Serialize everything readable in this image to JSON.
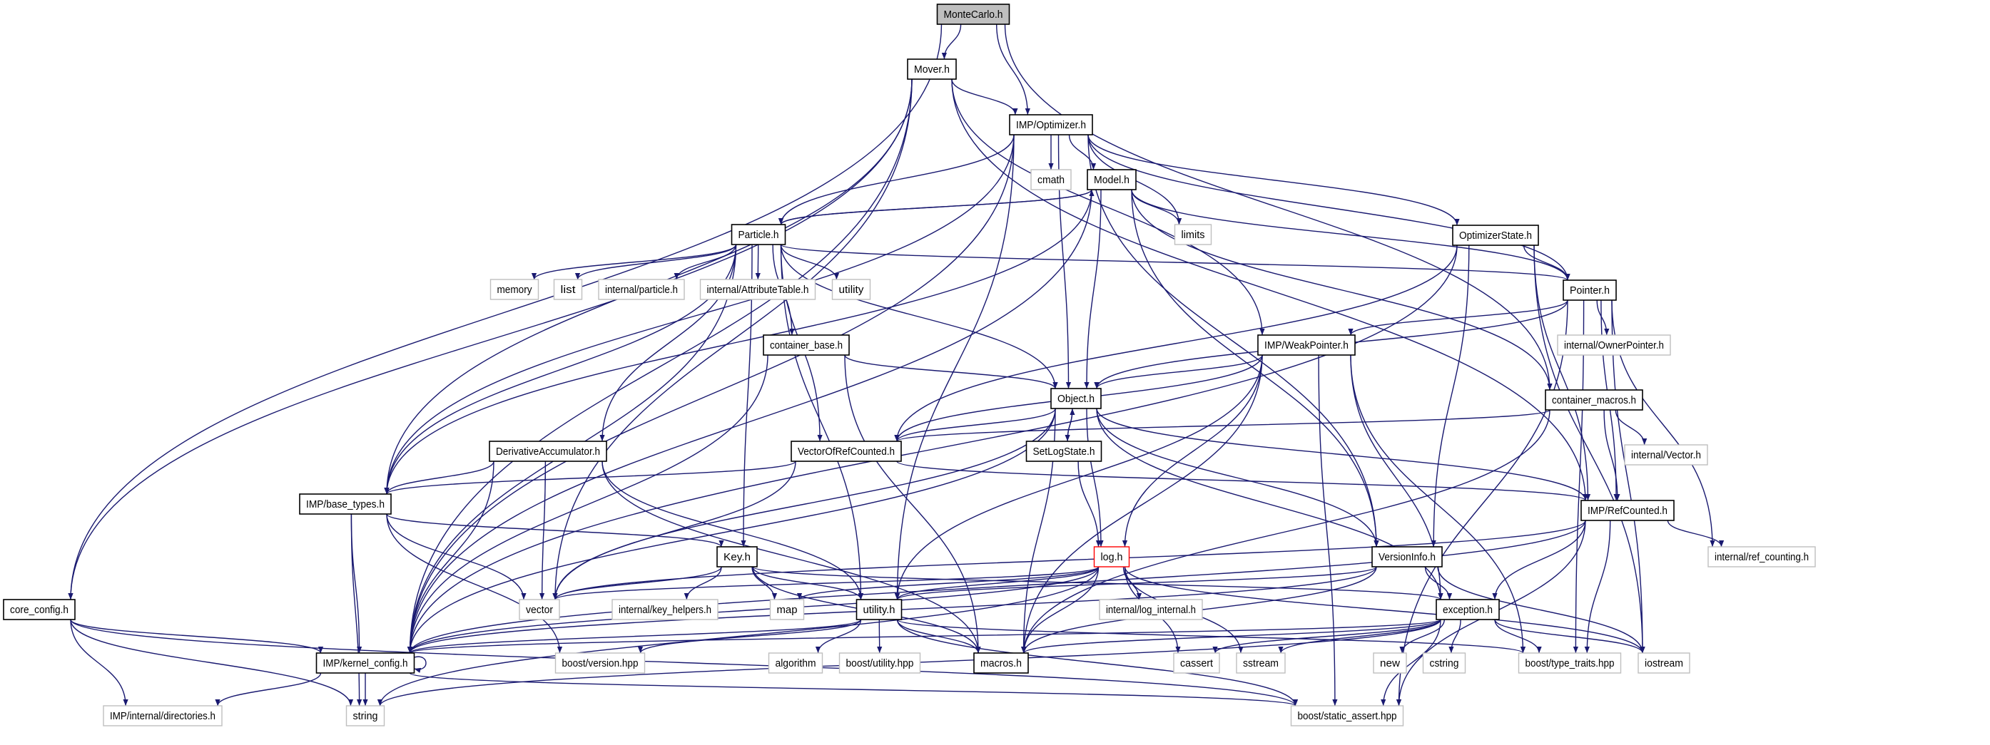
{
  "graph": {
    "colors": {
      "edge": "#191970",
      "documented_border": "#000000",
      "external_border": "#bfbfbf",
      "root_fill": "#bfbfbf",
      "highlight_border": "#ff0000"
    },
    "nodes": [
      {
        "id": "monte",
        "label": "MonteCarlo.h",
        "kind": "root"
      },
      {
        "id": "mover",
        "label": "Mover.h",
        "kind": "documented"
      },
      {
        "id": "optimizer",
        "label": "IMP/Optimizer.h",
        "kind": "documented"
      },
      {
        "id": "cmath",
        "label": "cmath",
        "kind": "external"
      },
      {
        "id": "model",
        "label": "Model.h",
        "kind": "documented"
      },
      {
        "id": "limits",
        "label": "limits",
        "kind": "external"
      },
      {
        "id": "particle",
        "label": "Particle.h",
        "kind": "documented"
      },
      {
        "id": "optstate",
        "label": "OptimizerState.h",
        "kind": "documented"
      },
      {
        "id": "memory",
        "label": "memory",
        "kind": "external"
      },
      {
        "id": "list",
        "label": "list",
        "kind": "external"
      },
      {
        "id": "iparticle",
        "label": "internal/particle.h",
        "kind": "external"
      },
      {
        "id": "attrtable",
        "label": "internal/AttributeTable.h",
        "kind": "external"
      },
      {
        "id": "utility",
        "label": "utility",
        "kind": "external"
      },
      {
        "id": "pointer",
        "label": "Pointer.h",
        "kind": "documented"
      },
      {
        "id": "container_base",
        "label": "container_base.h",
        "kind": "documented"
      },
      {
        "id": "weakpointer",
        "label": "IMP/WeakPointer.h",
        "kind": "documented"
      },
      {
        "id": "ownerpointer",
        "label": "internal/OwnerPointer.h",
        "kind": "external"
      },
      {
        "id": "object",
        "label": "Object.h",
        "kind": "documented"
      },
      {
        "id": "container_macros",
        "label": "container_macros.h",
        "kind": "documented"
      },
      {
        "id": "deriv",
        "label": "DerivativeAccumulator.h",
        "kind": "documented"
      },
      {
        "id": "vorc",
        "label": "VectorOfRefCounted.h",
        "kind": "documented"
      },
      {
        "id": "setlogstate",
        "label": "SetLogState.h",
        "kind": "documented"
      },
      {
        "id": "ivector",
        "label": "internal/Vector.h",
        "kind": "external"
      },
      {
        "id": "base_types",
        "label": "IMP/base_types.h",
        "kind": "documented"
      },
      {
        "id": "refcounted",
        "label": "IMP/RefCounted.h",
        "kind": "documented"
      },
      {
        "id": "key",
        "label": "Key.h",
        "kind": "documented"
      },
      {
        "id": "log",
        "label": "log.h",
        "kind": "highlighted"
      },
      {
        "id": "versioninfo",
        "label": "VersionInfo.h",
        "kind": "documented"
      },
      {
        "id": "refcounting",
        "label": "internal/ref_counting.h",
        "kind": "external"
      },
      {
        "id": "core_config",
        "label": "core_config.h",
        "kind": "documented"
      },
      {
        "id": "vector",
        "label": "vector",
        "kind": "external"
      },
      {
        "id": "keyhelpers",
        "label": "internal/key_helpers.h",
        "kind": "external"
      },
      {
        "id": "map",
        "label": "map",
        "kind": "external"
      },
      {
        "id": "utilityh",
        "label": "utility.h",
        "kind": "documented"
      },
      {
        "id": "loginternal",
        "label": "internal/log_internal.h",
        "kind": "external"
      },
      {
        "id": "exception",
        "label": "exception.h",
        "kind": "documented"
      },
      {
        "id": "kernel_config",
        "label": "IMP/kernel_config.h",
        "kind": "documented"
      },
      {
        "id": "boostversion",
        "label": "boost/version.hpp",
        "kind": "external"
      },
      {
        "id": "algorithm",
        "label": "algorithm",
        "kind": "external"
      },
      {
        "id": "boostutility",
        "label": "boost/utility.hpp",
        "kind": "external"
      },
      {
        "id": "macros",
        "label": "macros.h",
        "kind": "documented"
      },
      {
        "id": "cassert",
        "label": "cassert",
        "kind": "external"
      },
      {
        "id": "sstream",
        "label": "sstream",
        "kind": "external"
      },
      {
        "id": "new",
        "label": "new",
        "kind": "external"
      },
      {
        "id": "cstring",
        "label": "cstring",
        "kind": "external"
      },
      {
        "id": "typetraits",
        "label": "boost/type_traits.hpp",
        "kind": "external"
      },
      {
        "id": "iostream",
        "label": "iostream",
        "kind": "external"
      },
      {
        "id": "directories",
        "label": "IMP/internal/directories.h",
        "kind": "external"
      },
      {
        "id": "string",
        "label": "string",
        "kind": "external"
      },
      {
        "id": "staticassert",
        "label": "boost/static_assert.hpp",
        "kind": "external"
      }
    ],
    "edges": [
      [
        "monte",
        "mover"
      ],
      [
        "monte",
        "optimizer"
      ],
      [
        "monte",
        "core_config"
      ],
      [
        "monte",
        "container_macros"
      ],
      [
        "mover",
        "optimizer"
      ],
      [
        "mover",
        "core_config"
      ],
      [
        "mover",
        "base_types"
      ],
      [
        "mover",
        "vector"
      ],
      [
        "mover",
        "refcounted"
      ],
      [
        "mover",
        "weakpointer"
      ],
      [
        "mover",
        "kernel_config"
      ],
      [
        "optimizer",
        "cmath"
      ],
      [
        "optimizer",
        "model"
      ],
      [
        "optimizer",
        "limits"
      ],
      [
        "optimizer",
        "particle"
      ],
      [
        "optimizer",
        "optstate"
      ],
      [
        "optimizer",
        "pointer"
      ],
      [
        "optimizer",
        "object"
      ],
      [
        "optimizer",
        "versioninfo"
      ],
      [
        "optimizer",
        "utilityh"
      ],
      [
        "optimizer",
        "base_types"
      ],
      [
        "optimizer",
        "kernel_config"
      ],
      [
        "model",
        "particle"
      ],
      [
        "model",
        "limits"
      ],
      [
        "model",
        "object"
      ],
      [
        "model",
        "pointer"
      ],
      [
        "model",
        "container_macros"
      ],
      [
        "model",
        "versioninfo"
      ],
      [
        "model",
        "base_types"
      ],
      [
        "model",
        "kernel_config"
      ],
      [
        "particle",
        "model"
      ],
      [
        "particle",
        "memory"
      ],
      [
        "particle",
        "list"
      ],
      [
        "particle",
        "iparticle"
      ],
      [
        "particle",
        "attrtable"
      ],
      [
        "particle",
        "utility"
      ],
      [
        "particle",
        "pointer"
      ],
      [
        "particle",
        "container_base"
      ],
      [
        "particle",
        "object"
      ],
      [
        "particle",
        "vorc"
      ],
      [
        "particle",
        "deriv"
      ],
      [
        "particle",
        "key"
      ],
      [
        "particle",
        "utilityh"
      ],
      [
        "particle",
        "base_types"
      ],
      [
        "particle",
        "kernel_config"
      ],
      [
        "optstate",
        "pointer"
      ],
      [
        "optstate",
        "vorc"
      ],
      [
        "optstate",
        "versioninfo"
      ],
      [
        "optstate",
        "refcounted"
      ],
      [
        "optstate",
        "iostream"
      ],
      [
        "optstate",
        "kernel_config"
      ],
      [
        "pointer",
        "ownerpointer"
      ],
      [
        "pointer",
        "weakpointer"
      ],
      [
        "pointer",
        "object"
      ],
      [
        "pointer",
        "refcounted"
      ],
      [
        "pointer",
        "refcounting"
      ],
      [
        "pointer",
        "typetraits"
      ],
      [
        "pointer",
        "iostream"
      ],
      [
        "pointer",
        "staticassert"
      ],
      [
        "weakpointer",
        "object"
      ],
      [
        "weakpointer",
        "utilityh"
      ],
      [
        "weakpointer",
        "log"
      ],
      [
        "weakpointer",
        "macros"
      ],
      [
        "weakpointer",
        "exception"
      ],
      [
        "weakpointer",
        "staticassert"
      ],
      [
        "weakpointer",
        "typetraits"
      ],
      [
        "weakpointer",
        "vorc"
      ],
      [
        "container_base",
        "object"
      ],
      [
        "container_base",
        "kernel_config"
      ],
      [
        "container_base",
        "macros"
      ],
      [
        "object",
        "vorc"
      ],
      [
        "object",
        "setlogstate"
      ],
      [
        "object",
        "log"
      ],
      [
        "object",
        "vector"
      ],
      [
        "object",
        "macros"
      ],
      [
        "object",
        "versioninfo"
      ],
      [
        "object",
        "exception"
      ],
      [
        "object",
        "refcounted"
      ],
      [
        "object",
        "kernel_config"
      ],
      [
        "setlogstate",
        "object"
      ],
      [
        "setlogstate",
        "log"
      ],
      [
        "container_macros",
        "vorc"
      ],
      [
        "container_macros",
        "ivector"
      ],
      [
        "container_macros",
        "refcounted"
      ],
      [
        "container_macros",
        "macros"
      ],
      [
        "vorc",
        "base_types"
      ],
      [
        "vorc",
        "vector"
      ],
      [
        "vorc",
        "refcounted"
      ],
      [
        "deriv",
        "base_types"
      ],
      [
        "deriv",
        "vector"
      ],
      [
        "deriv",
        "kernel_config"
      ],
      [
        "deriv",
        "utilityh"
      ],
      [
        "deriv",
        "macros"
      ],
      [
        "base_types",
        "key"
      ],
      [
        "base_types",
        "vector"
      ],
      [
        "base_types",
        "kernel_config"
      ],
      [
        "base_types",
        "string"
      ],
      [
        "base_types",
        "boostversion"
      ],
      [
        "key",
        "vector"
      ],
      [
        "key",
        "map"
      ],
      [
        "key",
        "keyhelpers"
      ],
      [
        "key",
        "utilityh"
      ],
      [
        "key",
        "macros"
      ],
      [
        "key",
        "exception"
      ],
      [
        "log",
        "vector"
      ],
      [
        "log",
        "map"
      ],
      [
        "log",
        "utilityh"
      ],
      [
        "log",
        "loginternal"
      ],
      [
        "log",
        "macros"
      ],
      [
        "log",
        "cassert"
      ],
      [
        "log",
        "sstream"
      ],
      [
        "log",
        "string"
      ],
      [
        "log",
        "kernel_config"
      ],
      [
        "log",
        "iostream"
      ],
      [
        "versioninfo",
        "exception"
      ],
      [
        "versioninfo",
        "utilityh"
      ],
      [
        "versioninfo",
        "kernel_config"
      ],
      [
        "versioninfo",
        "iostream"
      ],
      [
        "versioninfo",
        "macros"
      ],
      [
        "refcounted",
        "exception"
      ],
      [
        "refcounted",
        "typetraits"
      ],
      [
        "refcounted",
        "staticassert"
      ],
      [
        "refcounted",
        "refcounting"
      ],
      [
        "refcounted",
        "kernel_config"
      ],
      [
        "refcounted",
        "vector"
      ],
      [
        "utilityh",
        "kernel_config"
      ],
      [
        "utilityh",
        "algorithm"
      ],
      [
        "utilityh",
        "boostutility"
      ],
      [
        "utilityh",
        "macros"
      ],
      [
        "utilityh",
        "staticassert"
      ],
      [
        "utilityh",
        "typetraits"
      ],
      [
        "utilityh",
        "boostversion"
      ],
      [
        "exception",
        "new"
      ],
      [
        "exception",
        "cstring"
      ],
      [
        "exception",
        "typetraits"
      ],
      [
        "exception",
        "iostream"
      ],
      [
        "exception",
        "staticassert"
      ],
      [
        "exception",
        "sstream"
      ],
      [
        "exception",
        "cassert"
      ],
      [
        "exception",
        "string"
      ],
      [
        "exception",
        "kernel_config"
      ],
      [
        "exception",
        "macros"
      ],
      [
        "kernel_config",
        "kernel_config"
      ],
      [
        "kernel_config",
        "directories"
      ],
      [
        "kernel_config",
        "string"
      ],
      [
        "kernel_config",
        "staticassert"
      ],
      [
        "core_config",
        "kernel_config"
      ],
      [
        "core_config",
        "directories"
      ],
      [
        "core_config",
        "string"
      ],
      [
        "core_config",
        "staticassert"
      ]
    ]
  }
}
